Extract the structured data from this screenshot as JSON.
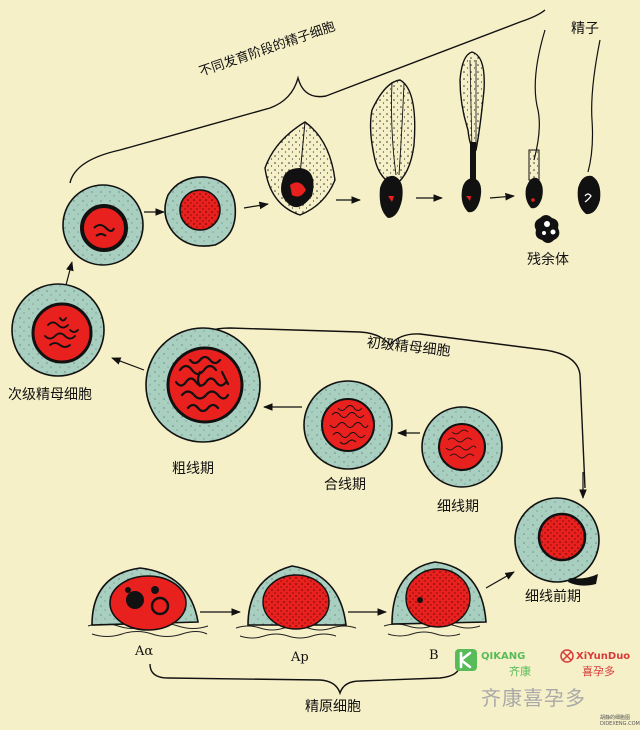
{
  "labels": {
    "spermatids_stage": "不同发育阶段的精子细胞",
    "sperm": "精子",
    "residual_body": "残余体",
    "secondary_spermatocyte": "次级精母细胞",
    "primary_spermatocyte": "初级精母细胞",
    "pachytene": "粗线期",
    "zygotene": "合线期",
    "leptotene": "细线期",
    "preleptotene": "细线前期",
    "spermatogonia": "精原细胞",
    "a_alpha": "Aα",
    "a_p": "Ap",
    "b": "B"
  },
  "watermark": {
    "qikang_en": "QIKANG",
    "qikang_cn": "齐康",
    "xiyunduo_en": "XiYunDuo",
    "xiyunduo_cn": "喜孕多",
    "caption": "齐康喜孕多",
    "small_text": "胡静的细胞图",
    "small_url": "DIDEXENG.COM"
  },
  "colors": {
    "background": "#f6f0c8",
    "cytoplasm": "#a8cfc0",
    "nucleus": "#e8201e",
    "chromatin": "#111111",
    "qikang_green": "#57bc57",
    "xiyunduo_red": "#d83a3a"
  }
}
